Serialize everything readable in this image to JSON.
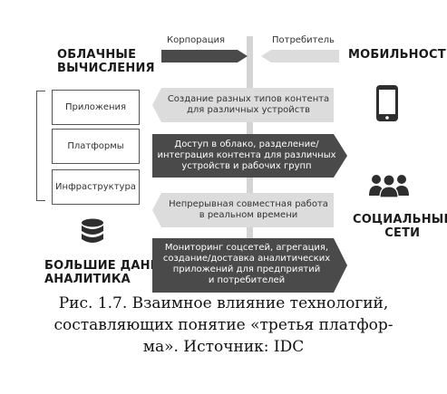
{
  "diagram": {
    "left_heading": [
      "ОБЛАЧНЫЕ",
      "ВЫЧИСЛЕНИЯ"
    ],
    "right_heading": "МОБИЛЬНОСТЬ",
    "social_heading": [
      "СОЦИАЛЬНЫЕ",
      "СЕТИ"
    ],
    "bigdata_heading": [
      "БОЛЬШИЕ ДАННЫЕ",
      "АНАЛИТИКА"
    ],
    "top_labels": {
      "left": "Корпорация",
      "right": "Потребитель"
    },
    "cloud_boxes": [
      "Приложения",
      "Платформы",
      "Инфраструктура"
    ],
    "arrows": [
      {
        "lines": [
          "Создание разных типов контента",
          "для различных устройств"
        ],
        "style": "light"
      },
      {
        "lines": [
          "Доступ в облако, разделение/",
          "интеграция контента для различных",
          "устройств и рабочих групп"
        ],
        "style": "dark"
      },
      {
        "lines": [
          "Непрерывная совместная работа",
          "в реальном времени"
        ],
        "style": "light"
      },
      {
        "lines": [
          "Мониторинг соцсетей, агрегация,",
          "создание/доставка аналитических",
          "приложений для предприятий",
          "и потребителей"
        ],
        "style": "dark"
      }
    ],
    "icons": [
      "smartphone-icon",
      "people-icon",
      "database-icon"
    ],
    "colors": {
      "dark": "#4a4a4a",
      "light": "#dcdcdc",
      "divider": "#d0d0d0",
      "icon": "#2e2e2e"
    }
  },
  "caption": [
    "Рис. 1.7. Взаимное влияние технологий,",
    "составляющих понятие «третья платфор-",
    "ма». Источник: IDC"
  ]
}
